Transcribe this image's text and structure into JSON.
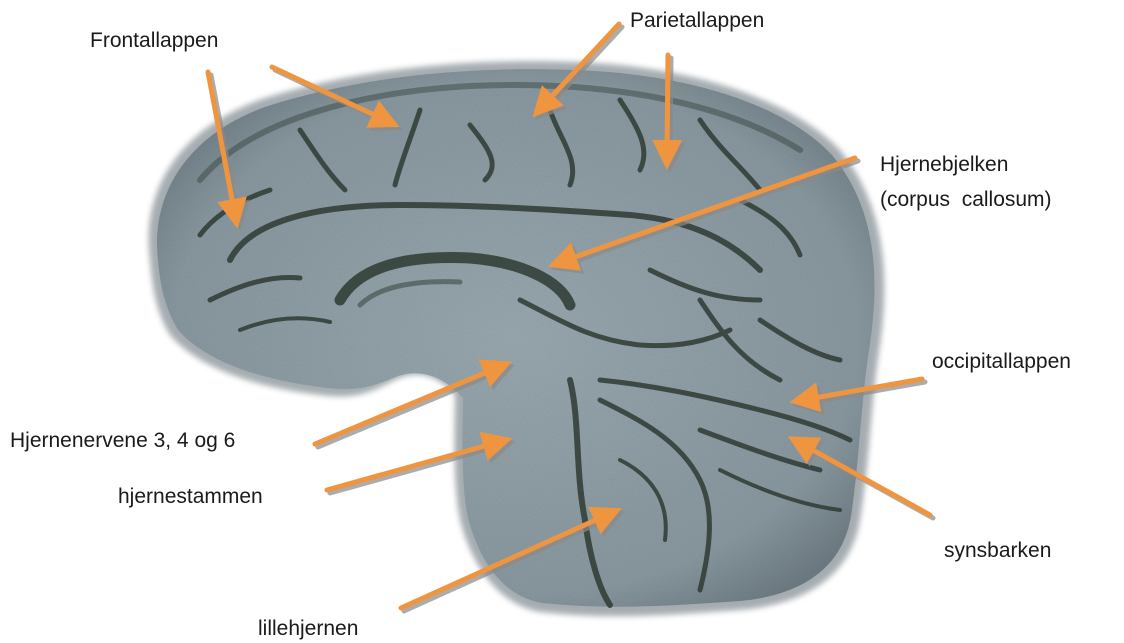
{
  "labels": {
    "frontal": "Frontallappen",
    "parietal": "Parietallappen",
    "corpus_callosum_line1": "Hjernebjelken",
    "corpus_callosum_line2": "(corpus  callosum)",
    "occipital": "occipitallappen",
    "cranial_nerves": "Hjernenervene 3, 4 og 6",
    "brainstem": "hjernestammen",
    "visual_cortex": "synsbarken",
    "cerebellum": "lillehjernen"
  },
  "colors": {
    "arrow": "#f0953f",
    "arrow_shadow": "#8a8a8a",
    "brain_fill": "#8d9ca4",
    "brain_edge": "#5d6b72",
    "sulcus": "#2f3b33"
  }
}
